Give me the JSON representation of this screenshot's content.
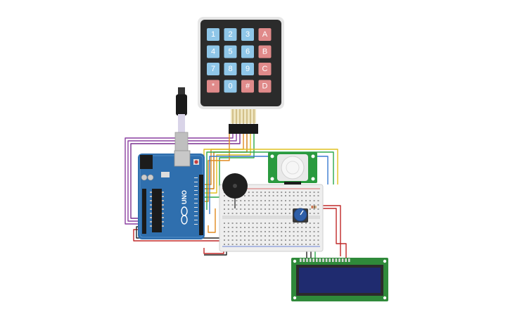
{
  "keypad": {
    "rows": [
      [
        "1",
        "2",
        "3",
        "A"
      ],
      [
        "4",
        "5",
        "6",
        "B"
      ],
      [
        "7",
        "8",
        "9",
        "C"
      ],
      [
        "*",
        "0",
        "#",
        "D"
      ]
    ]
  },
  "arduino": {
    "logo": "UNO"
  },
  "colors": {
    "keypad_body": "#2b2b2b",
    "keypad_frame": "#e6e6e6",
    "key_blue": "#8fc6e8",
    "key_red": "#e08a8a",
    "arduino_board": "#2f6fae",
    "breadboard": "#eeeeee",
    "lcd_board": "#2f8a3a",
    "lcd_screen": "#1f2b6f",
    "pir_board": "#2a9a3f",
    "buzzer": "#222222",
    "wire_purple": "#8a3fa0",
    "wire_red": "#c02828",
    "wire_black": "#222222",
    "wire_green": "#2aa84a",
    "wire_orange": "#e08a20",
    "wire_yellow": "#e0c020",
    "wire_blue": "#3a7ad0"
  }
}
